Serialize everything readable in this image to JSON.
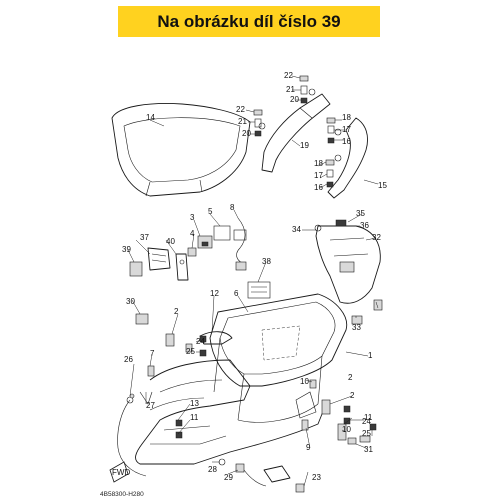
{
  "header": {
    "title": "Na obrázku díl číslo 39",
    "background_color": "#ffd21f"
  },
  "diagram": {
    "code": "4B58300-H280",
    "fwd_label": "FWD",
    "callouts": [
      {
        "id": "c1",
        "label": "1"
      },
      {
        "id": "c2a",
        "label": "2"
      },
      {
        "id": "c2b",
        "label": "2"
      },
      {
        "id": "c2c",
        "label": "2"
      },
      {
        "id": "c3",
        "label": "3"
      },
      {
        "id": "c4",
        "label": "4"
      },
      {
        "id": "c5",
        "label": "5"
      },
      {
        "id": "c6",
        "label": "6"
      },
      {
        "id": "c7",
        "label": "7"
      },
      {
        "id": "c8",
        "label": "8"
      },
      {
        "id": "c9",
        "label": "9"
      },
      {
        "id": "c10a",
        "label": "10"
      },
      {
        "id": "c10b",
        "label": "10"
      },
      {
        "id": "c11a",
        "label": "11"
      },
      {
        "id": "c11b",
        "label": "11"
      },
      {
        "id": "c12",
        "label": "12"
      },
      {
        "id": "c13",
        "label": "13"
      },
      {
        "id": "c14",
        "label": "14"
      },
      {
        "id": "c15",
        "label": "15"
      },
      {
        "id": "c16a",
        "label": "16"
      },
      {
        "id": "c16b",
        "label": "16"
      },
      {
        "id": "c17a",
        "label": "17"
      },
      {
        "id": "c17b",
        "label": "17"
      },
      {
        "id": "c18a",
        "label": "18"
      },
      {
        "id": "c18b",
        "label": "18"
      },
      {
        "id": "c19",
        "label": "19"
      },
      {
        "id": "c20a",
        "label": "20"
      },
      {
        "id": "c20b",
        "label": "20"
      },
      {
        "id": "c21a",
        "label": "21"
      },
      {
        "id": "c21b",
        "label": "21"
      },
      {
        "id": "c22a",
        "label": "22"
      },
      {
        "id": "c22b",
        "label": "22"
      },
      {
        "id": "c23",
        "label": "23"
      },
      {
        "id": "c24a",
        "label": "24"
      },
      {
        "id": "c24b",
        "label": "24"
      },
      {
        "id": "c25a",
        "label": "25"
      },
      {
        "id": "c25b",
        "label": "25"
      },
      {
        "id": "c26",
        "label": "26"
      },
      {
        "id": "c27",
        "label": "27"
      },
      {
        "id": "c28",
        "label": "28"
      },
      {
        "id": "c29",
        "label": "29"
      },
      {
        "id": "c30",
        "label": "30"
      },
      {
        "id": "c31",
        "label": "31"
      },
      {
        "id": "c32",
        "label": "32"
      },
      {
        "id": "c33",
        "label": "33"
      },
      {
        "id": "c34",
        "label": "34"
      },
      {
        "id": "c35",
        "label": "35"
      },
      {
        "id": "c36",
        "label": "36"
      },
      {
        "id": "c37",
        "label": "37"
      },
      {
        "id": "c38",
        "label": "38"
      },
      {
        "id": "c39",
        "label": "39"
      },
      {
        "id": "c40",
        "label": "40"
      }
    ]
  }
}
